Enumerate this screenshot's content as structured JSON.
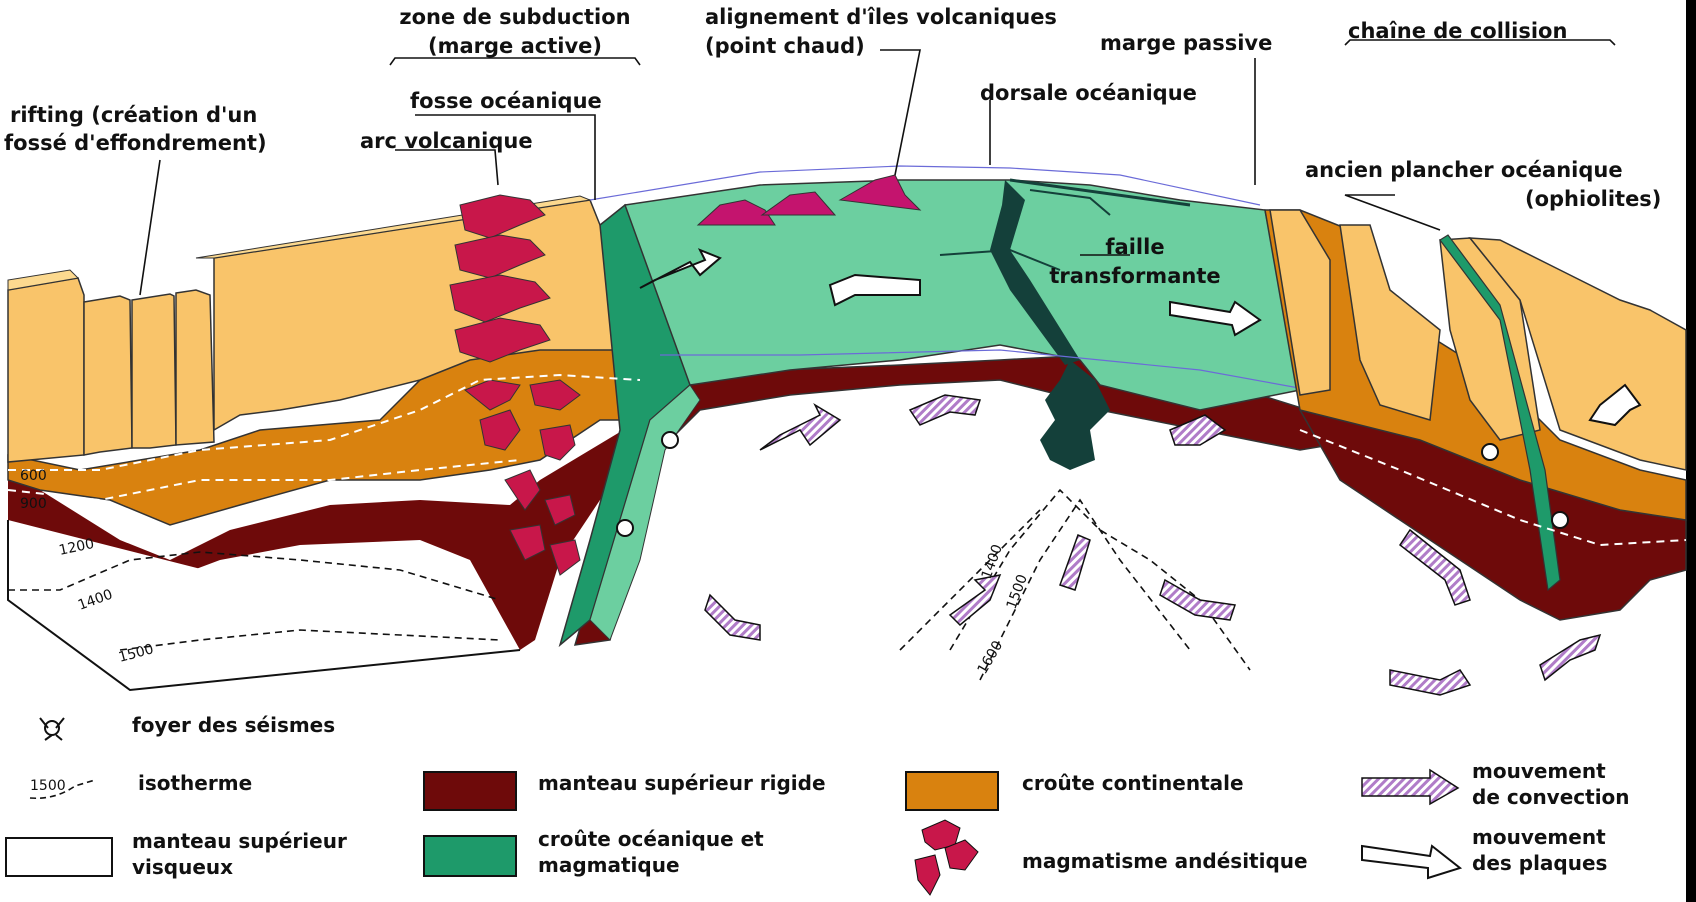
{
  "colors": {
    "continental_light": "#F9C46A",
    "continental_dark": "#D9820F",
    "mantle_rigid": "#6E0A0A",
    "ocean_crust": "#6CCFA0",
    "ocean_crust_dark": "#1E9A6A",
    "magma": "#C8174A",
    "hotspot": "#C4146E",
    "ridge": "#14403A",
    "convection_arrow": "#C8A2D8",
    "background": "#000000"
  },
  "labels": {
    "subduction_1": "zone de subduction",
    "subduction_2": "(marge active)",
    "islands_1": "alignement d'îles volcaniques",
    "islands_2": "(point chaud)",
    "collision": "chaîne de collision",
    "passive": "marge passive",
    "ridge": "dorsale océanique",
    "rifting_1": "rifting (création d'un",
    "rifting_2": "fossé d'effondrement)",
    "trench": "fosse océanique",
    "arc": "arc volcanique",
    "ophiolite_1": "ancien plancher océanique",
    "ophiolite_2": "(ophiolites)",
    "fault_1": "faille",
    "fault_2": "transformante"
  },
  "isotherms": {
    "left_600": "600",
    "left_900": "900",
    "left_1200": "1200",
    "left_1400": "1400",
    "left_1500": "1500",
    "center_1400": "1400",
    "center_1500": "1500",
    "center_1600": "1600"
  },
  "legend": {
    "earthquake": "foyer des séismes",
    "isotherm_value": "1500",
    "isotherm": "isotherme",
    "viscous_1": "manteau supérieur",
    "viscous_2": "visqueux",
    "rigid": "manteau supérieur rigide",
    "oceanic_1": "croûte océanique et",
    "oceanic_2": "magmatique",
    "continental": "croûte continentale",
    "andesitic": "magmatisme andésitique",
    "convection_1": "mouvement",
    "convection_2": "de convection",
    "plates_1": "mouvement",
    "plates_2": "des plaques"
  }
}
